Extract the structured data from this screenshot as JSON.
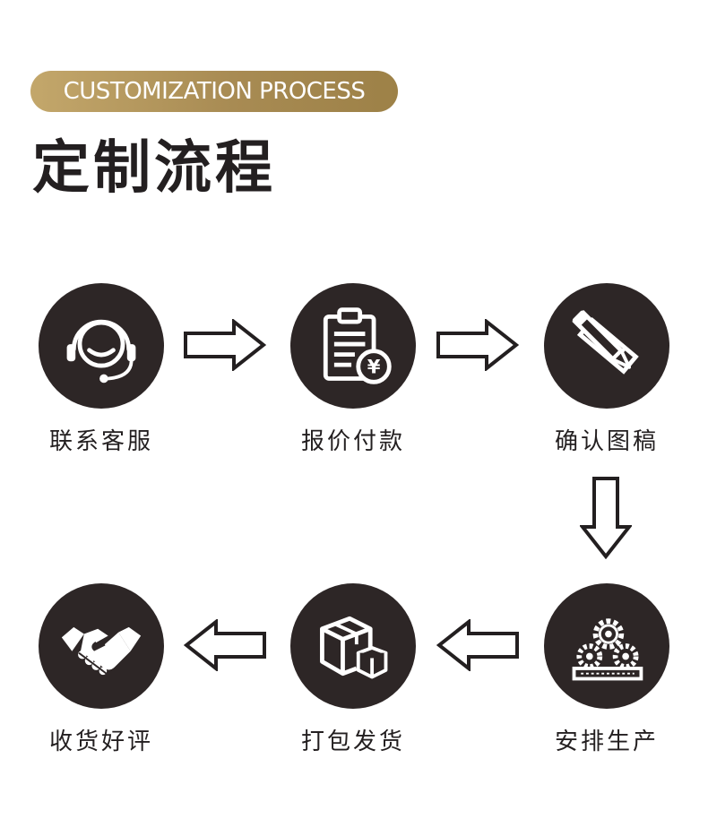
{
  "header": {
    "badge_text": "CUSTOMIZATION PROCESS",
    "title": "定制流程"
  },
  "steps": [
    {
      "label": "联系客服",
      "icon": "headset-icon"
    },
    {
      "label": "报价付款",
      "icon": "clipboard-yen-icon"
    },
    {
      "label": "确认图稿",
      "icon": "ruler-pencil-icon"
    },
    {
      "label": "安排生产",
      "icon": "gears-icon"
    },
    {
      "label": "打包发货",
      "icon": "package-box-icon"
    },
    {
      "label": "收货好评",
      "icon": "handshake-icon"
    }
  ],
  "yen_symbol": "¥",
  "colors": {
    "badge_gold": "#b0935a",
    "circle_dark": "#2d2626",
    "text_dark": "#231f20",
    "background": "#ffffff"
  }
}
